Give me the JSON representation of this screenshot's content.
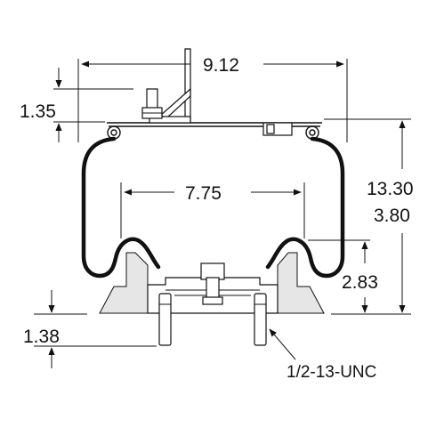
{
  "dimensions": {
    "top_width": "9.12",
    "inner_width": "7.75",
    "top_plate_height": "1.35",
    "height_max": "13.30",
    "height_min": "3.80",
    "piston_height": "2.83",
    "stud_length": "1.38"
  },
  "callouts": {
    "stud_thread": "1/2-13-UNC"
  },
  "colors": {
    "line": "#111111",
    "background": "#ffffff",
    "piston_fill": "#e6e6e6"
  }
}
